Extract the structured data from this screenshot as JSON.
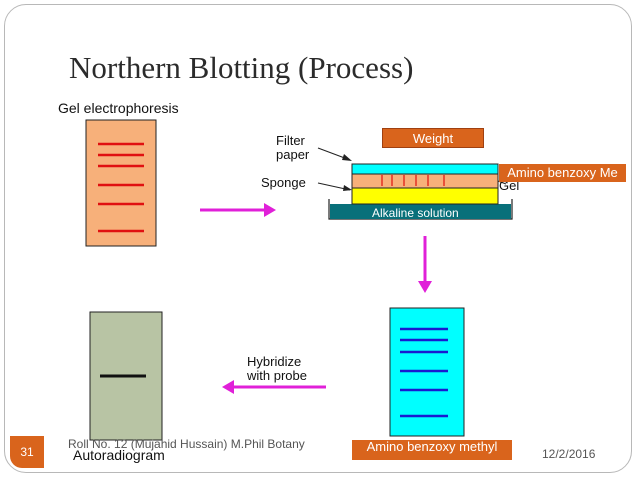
{
  "slide": {
    "title": "Northern Blotting (Process)",
    "number": "31",
    "footer_text": "Roll No. 12 (Mujahid Hussain) M.Phil Botany",
    "date": "12/2/2016"
  },
  "diagram": {
    "gel_label": "Gel electrophoresis",
    "filter_label_1": "Filter",
    "filter_label_2": "paper",
    "sponge_label": "Sponge",
    "gel_small_label": "Gel",
    "weight_label": "Weight",
    "alkaline_label": "Alkaline  solution",
    "side_box_label": "Amino benzoxy Me",
    "bottom_box_label": "Amino benzoxy methyl",
    "hybridize_1": "Hybridize",
    "hybridize_2": "with probe",
    "autoradiogram_label": "Autoradiogram"
  },
  "colors": {
    "accent_orange": "#d9641c",
    "gel_fill": "#f7b07a",
    "band_red": "#e01010",
    "arrow_magenta": "#e020d8",
    "cyan": "#00ffff",
    "band_blue": "#1a1ad0",
    "tray_teal": "#08707a",
    "sponge_yellow": "#ffff00",
    "auto_gray": "#b8c4a4"
  }
}
